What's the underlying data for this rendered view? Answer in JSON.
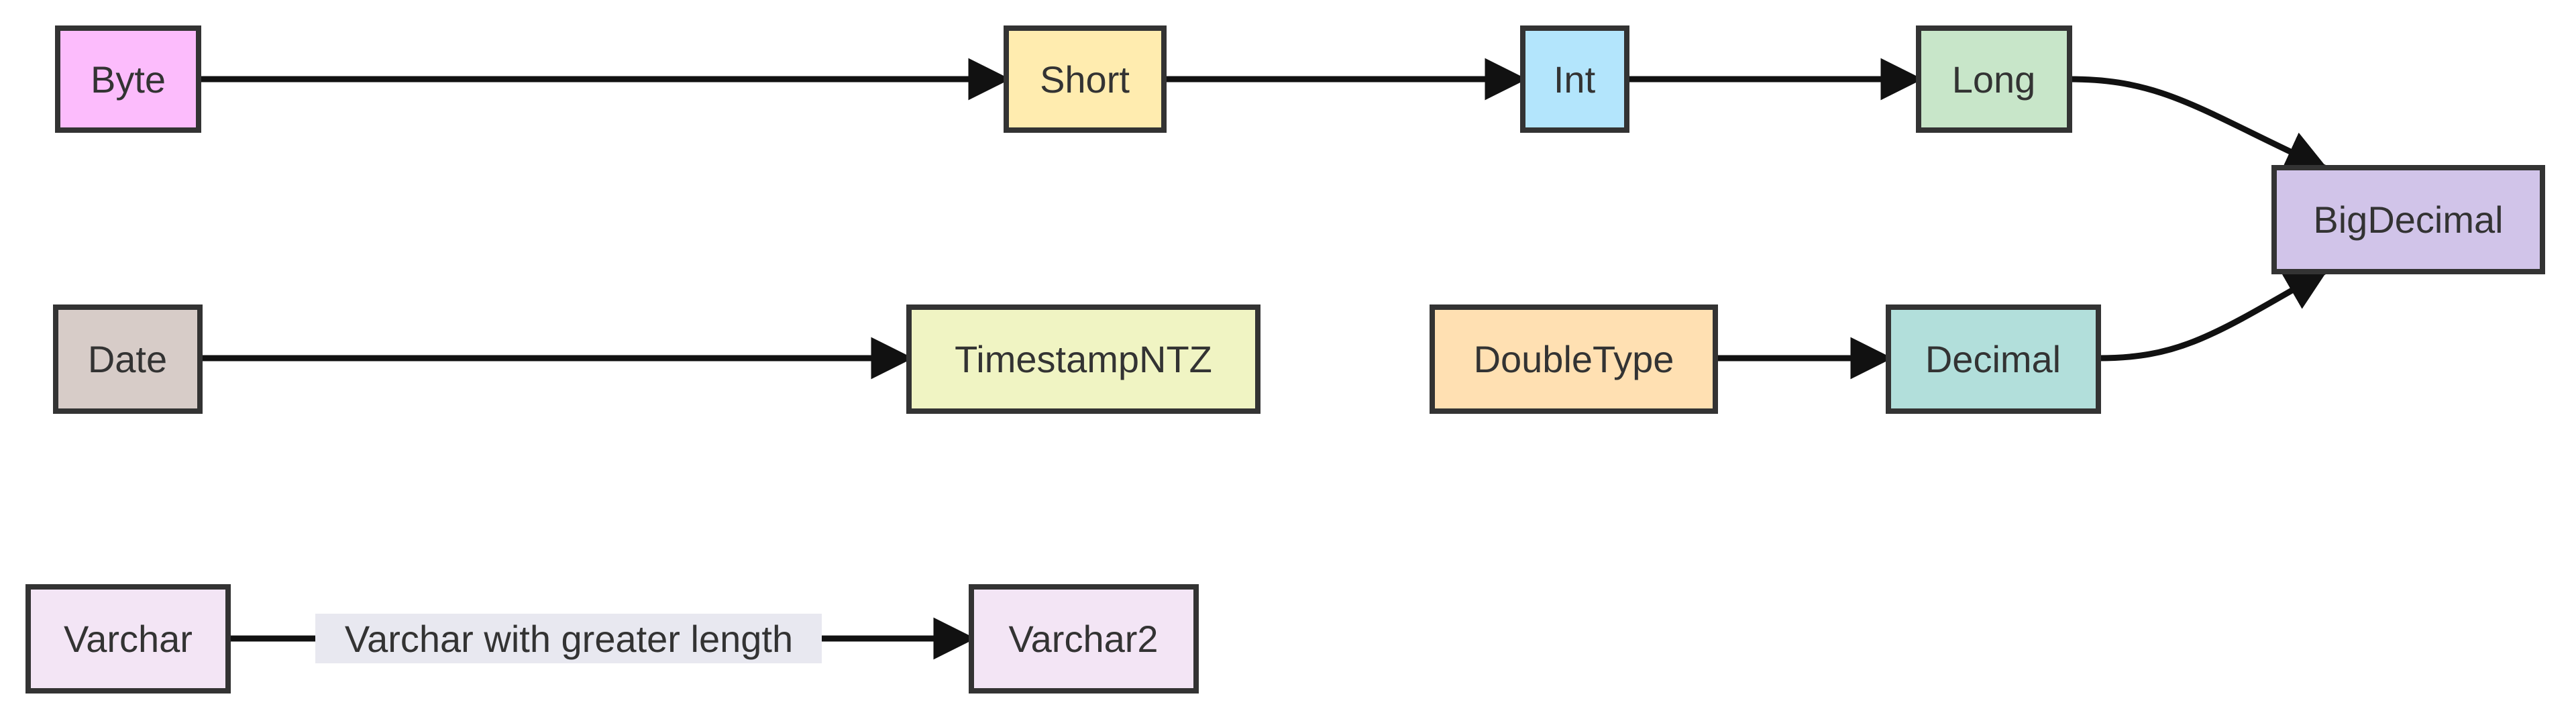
{
  "nodes": {
    "byte": {
      "label": "Byte",
      "fill": "#fcbcfc"
    },
    "short": {
      "label": "Short",
      "fill": "#ffecaf"
    },
    "int": {
      "label": "Int",
      "fill": "#b3e5fc"
    },
    "long": {
      "label": "Long",
      "fill": "#c8e6c9"
    },
    "bigdecimal": {
      "label": "BigDecimal",
      "fill": "#d1c4e9"
    },
    "date": {
      "label": "Date",
      "fill": "#d7ccc8"
    },
    "timestampntz": {
      "label": "TimestampNTZ",
      "fill": "#f0f4c3"
    },
    "doubletype": {
      "label": "DoubleType",
      "fill": "#ffe0b2"
    },
    "decimal": {
      "label": "Decimal",
      "fill": "#b2dfdb"
    },
    "varchar": {
      "label": "Varchar",
      "fill": "#f3e5f5"
    },
    "varchar2": {
      "label": "Varchar2",
      "fill": "#f3e5f5"
    }
  },
  "edges": [
    {
      "from": "byte",
      "to": "short",
      "label": ""
    },
    {
      "from": "short",
      "to": "int",
      "label": ""
    },
    {
      "from": "int",
      "to": "long",
      "label": ""
    },
    {
      "from": "long",
      "to": "bigdecimal",
      "label": ""
    },
    {
      "from": "date",
      "to": "timestampntz",
      "label": ""
    },
    {
      "from": "doubletype",
      "to": "decimal",
      "label": ""
    },
    {
      "from": "decimal",
      "to": "bigdecimal",
      "label": ""
    },
    {
      "from": "varchar",
      "to": "varchar2",
      "label": "Varchar with greater length"
    }
  ]
}
